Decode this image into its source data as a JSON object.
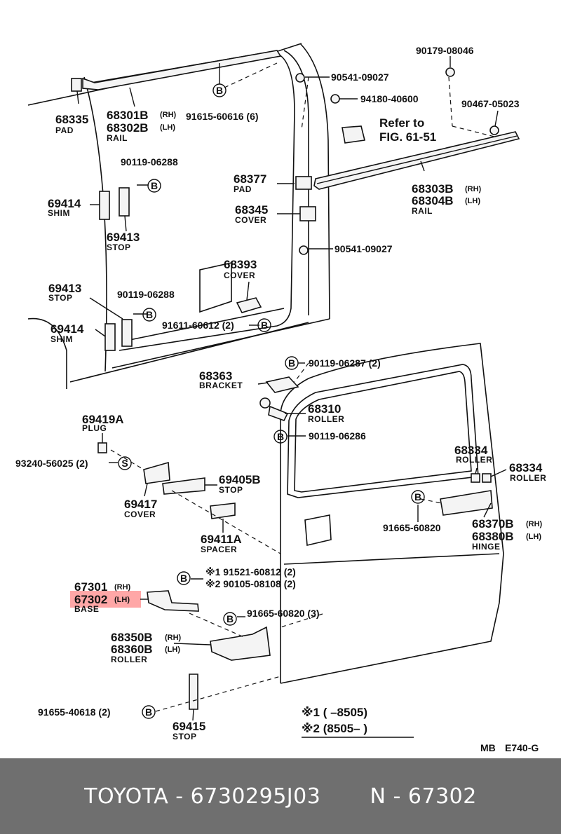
{
  "callouts": [
    {
      "pn": "68335",
      "name": "PAD"
    },
    {
      "pn": "68301B",
      "side": "(RH)"
    },
    {
      "pn": "68302B",
      "side": "(LH)",
      "name": "RAIL"
    },
    {
      "pn": "91615-60616 (6)"
    },
    {
      "pn": "90541-09027"
    },
    {
      "pn": "94180-40600"
    },
    {
      "pn": "90179-08046"
    },
    {
      "pn": "90467-05023"
    },
    {
      "pn": "90119-06288"
    },
    {
      "pn": "69414",
      "name": "SHIM"
    },
    {
      "pn": "69413",
      "name": "STOP"
    },
    {
      "pn": "68377",
      "name": "PAD"
    },
    {
      "pn": "68345",
      "name": "COVER"
    },
    {
      "pn": "68303B",
      "side": "(RH)"
    },
    {
      "pn": "68304B",
      "side": "(LH)",
      "name": "RAIL"
    },
    {
      "pn": "90541-09027"
    },
    {
      "pn": "68393",
      "name": "COVER"
    },
    {
      "pn": "69413",
      "name": "STOP"
    },
    {
      "pn": "90119-06288"
    },
    {
      "pn": "91611-60612 (2)"
    },
    {
      "pn": "69414",
      "name": "SHIM"
    },
    {
      "pn": "90119-06287 (2)"
    },
    {
      "pn": "68363",
      "name": "BRACKET"
    },
    {
      "pn": "68310",
      "name": "ROLLER"
    },
    {
      "pn": "90119-06286"
    },
    {
      "pn": "69419A",
      "name": "PLUG"
    },
    {
      "pn": "93240-56025 (2)"
    },
    {
      "pn": "69405B",
      "name": "STOP"
    },
    {
      "pn": "69417",
      "name": "COVER"
    },
    {
      "pn": "69411A",
      "name": "SPACER"
    },
    {
      "pn": "68334",
      "name": "ROLLER"
    },
    {
      "pn": "68334",
      "name": "ROLLER"
    },
    {
      "pn": "91665-60820"
    },
    {
      "pn": "68370B",
      "side": "(RH)"
    },
    {
      "pn": "68380B",
      "side": "(LH)",
      "name": "HINGE"
    },
    {
      "pn": "※1 91521-60812 (2)"
    },
    {
      "pn": "※2 90105-08108 (2)"
    },
    {
      "pn": "67301",
      "side": "(RH)"
    },
    {
      "pn": "67302",
      "side": "(LH)",
      "name": "BASE"
    },
    {
      "pn": "91665-60820 (3)"
    },
    {
      "pn": "68350B",
      "side": "(RH)"
    },
    {
      "pn": "68360B",
      "side": "(LH)",
      "name": "ROLLER"
    },
    {
      "pn": "91655-40618 (2)"
    },
    {
      "pn": "69415",
      "name": "STOP"
    }
  ],
  "reference": {
    "line1": "Refer to",
    "line2": "FIG. 61-51"
  },
  "markers": {
    "b": "B",
    "s": "S"
  },
  "legend": {
    "row1": "※1 (        –8505)",
    "row2": "※2 (8505–        )"
  },
  "figure_code": {
    "left": "MB",
    "right": "E740-G"
  },
  "highlight": {
    "part": "67302",
    "color": "#ff8a8a"
  },
  "footer": {
    "text": "TOYOTA - 6730295J03       N - 67302"
  }
}
